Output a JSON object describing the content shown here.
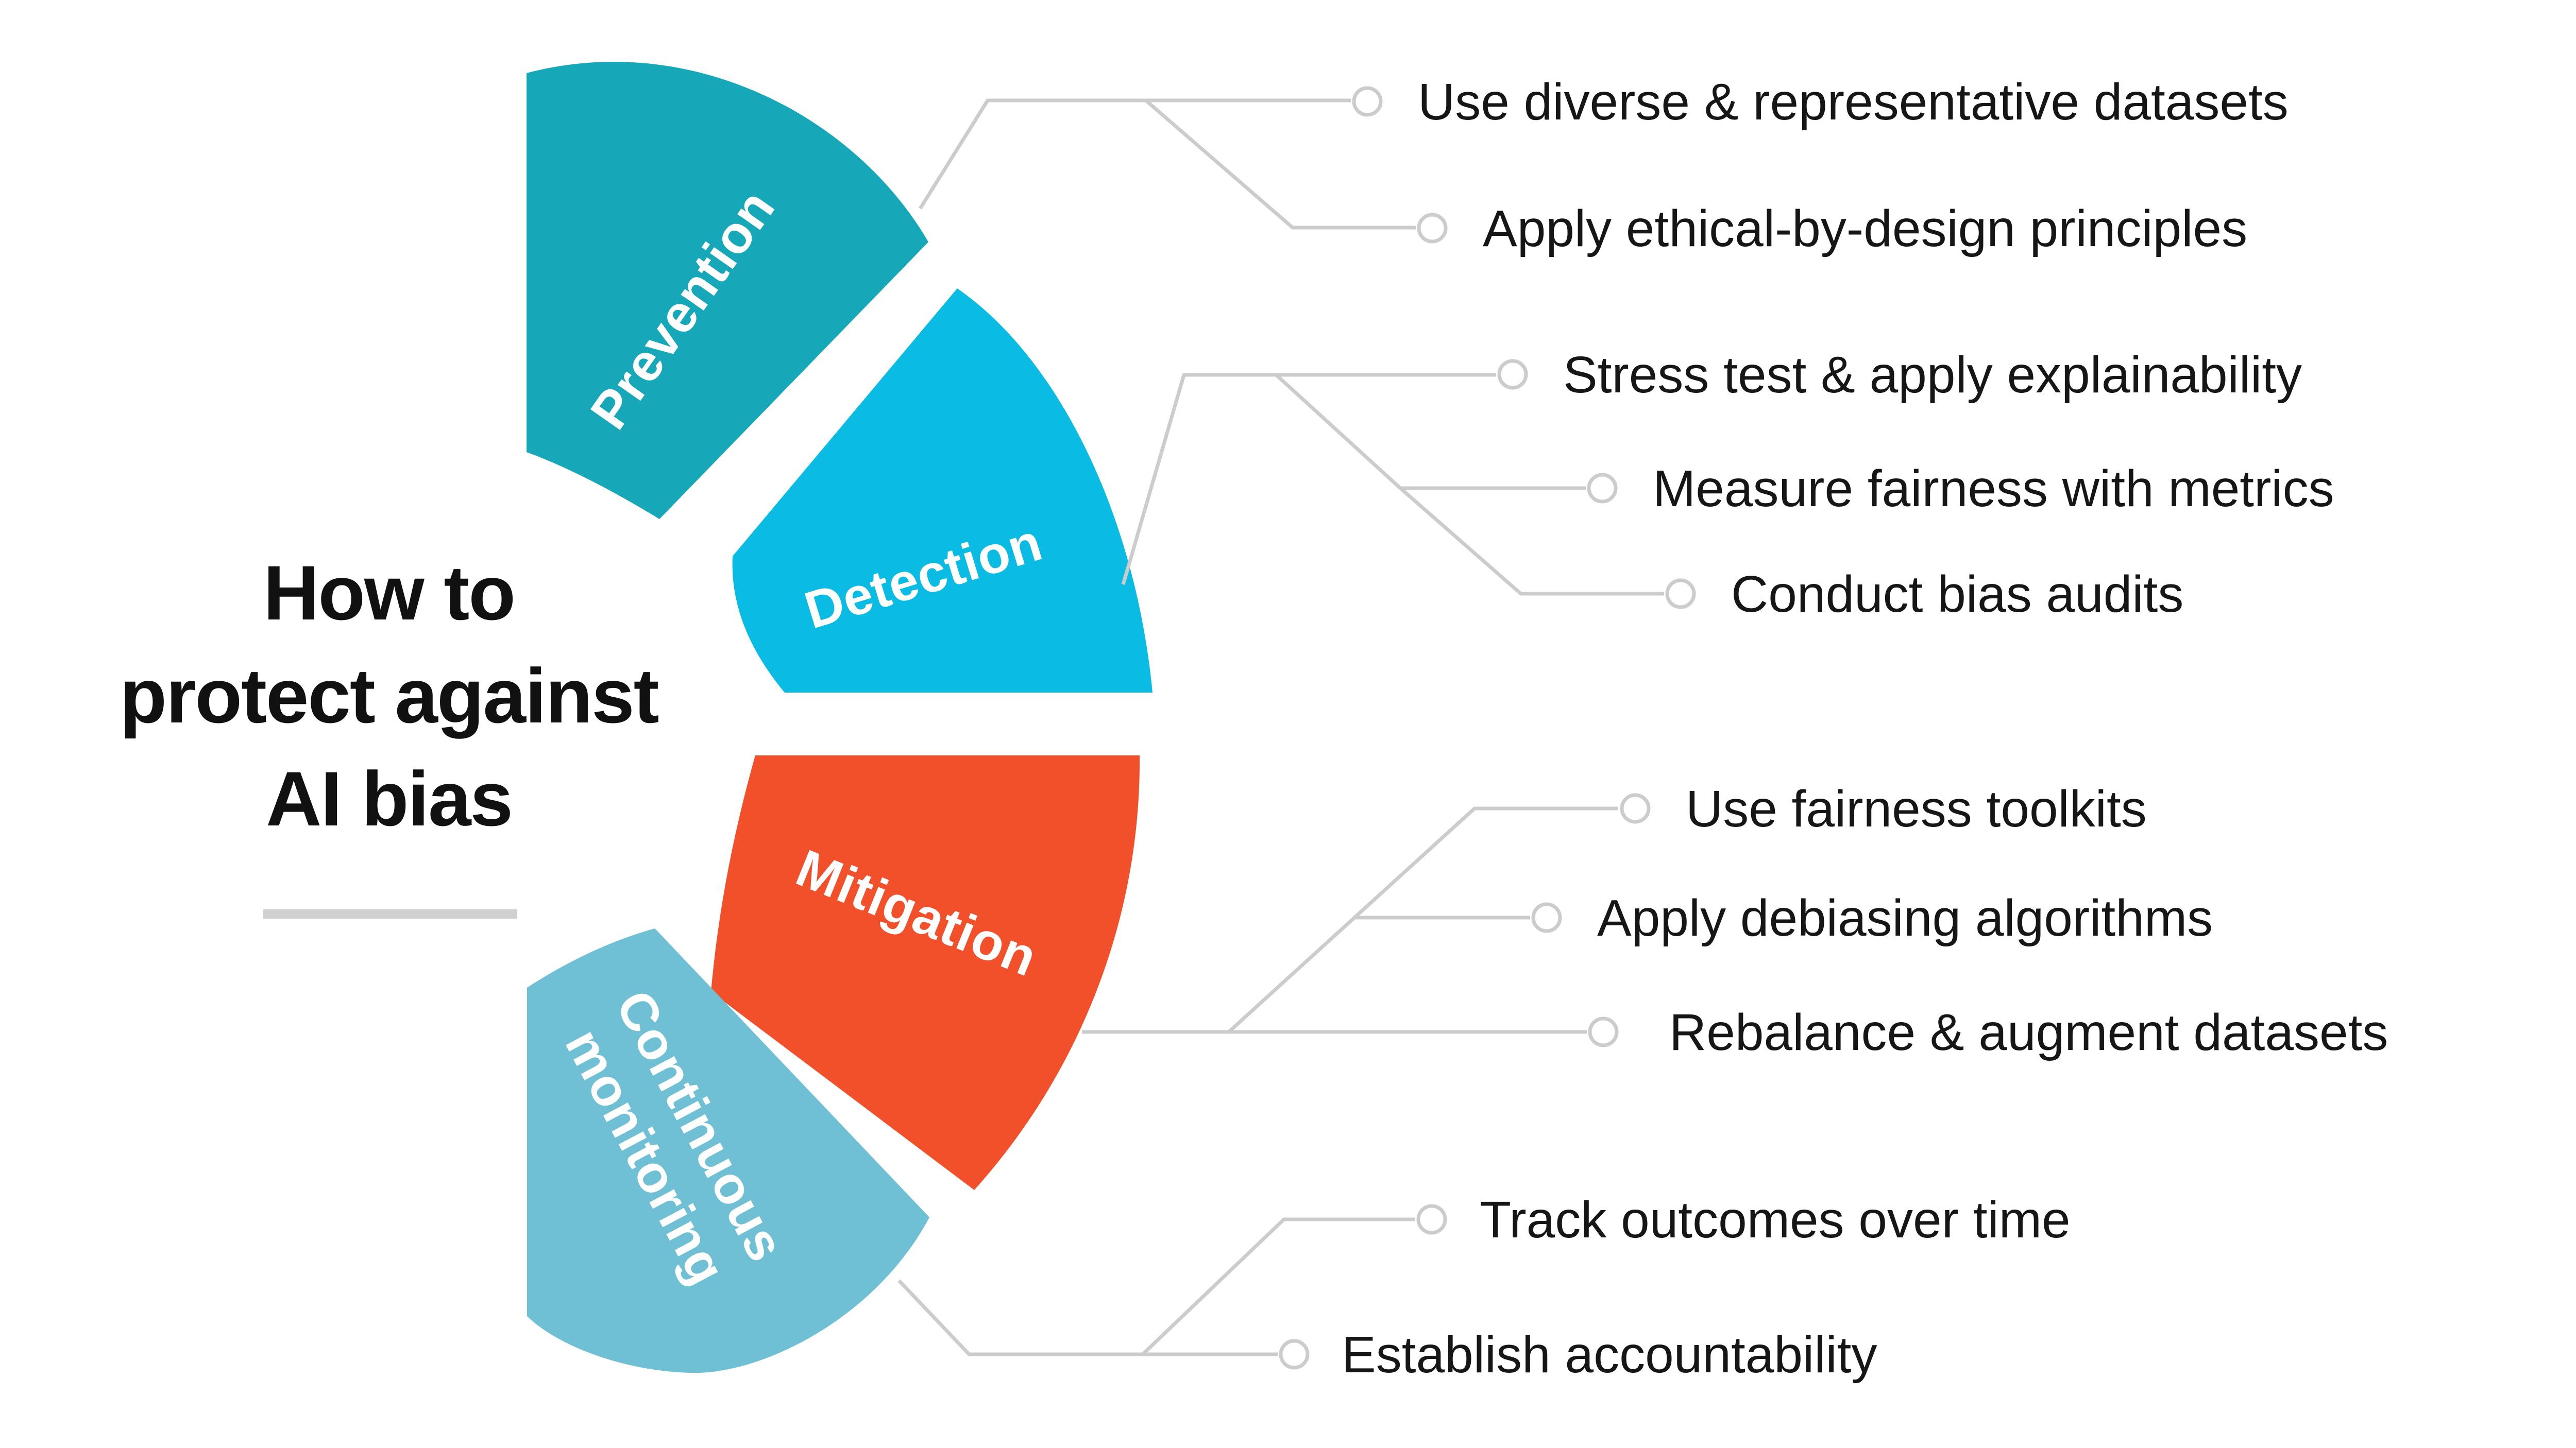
{
  "palette": {
    "background": "#ffffff",
    "connector_gray": "#cccccc",
    "title_text": "#111111",
    "underline_gray": "#d0d0d0",
    "wedge_label_text": "#ffffff"
  },
  "title": {
    "lines": [
      "How to",
      "protect against",
      "AI bias"
    ]
  },
  "segments": [
    {
      "label": "Prevention",
      "color": "#16a8b8",
      "items": [
        "Use diverse & representative datasets",
        "Apply ethical-by-design principles"
      ]
    },
    {
      "label": "Detection",
      "color": "#0abbe3",
      "items": [
        "Stress test & apply explainability",
        "Measure fairness with metrics",
        "Conduct bias audits"
      ]
    },
    {
      "label": "Mitigation",
      "color": "#f1502b",
      "items": [
        "Use fairness toolkits",
        "Apply debiasing algorithms",
        "Rebalance & augment datasets"
      ]
    },
    {
      "label": "Continuous monitoring",
      "label_lines": [
        "Continuous",
        "monitoring"
      ],
      "color": "#6fc0d5",
      "items": [
        "Track outcomes over time",
        "Establish accountability"
      ]
    }
  ]
}
